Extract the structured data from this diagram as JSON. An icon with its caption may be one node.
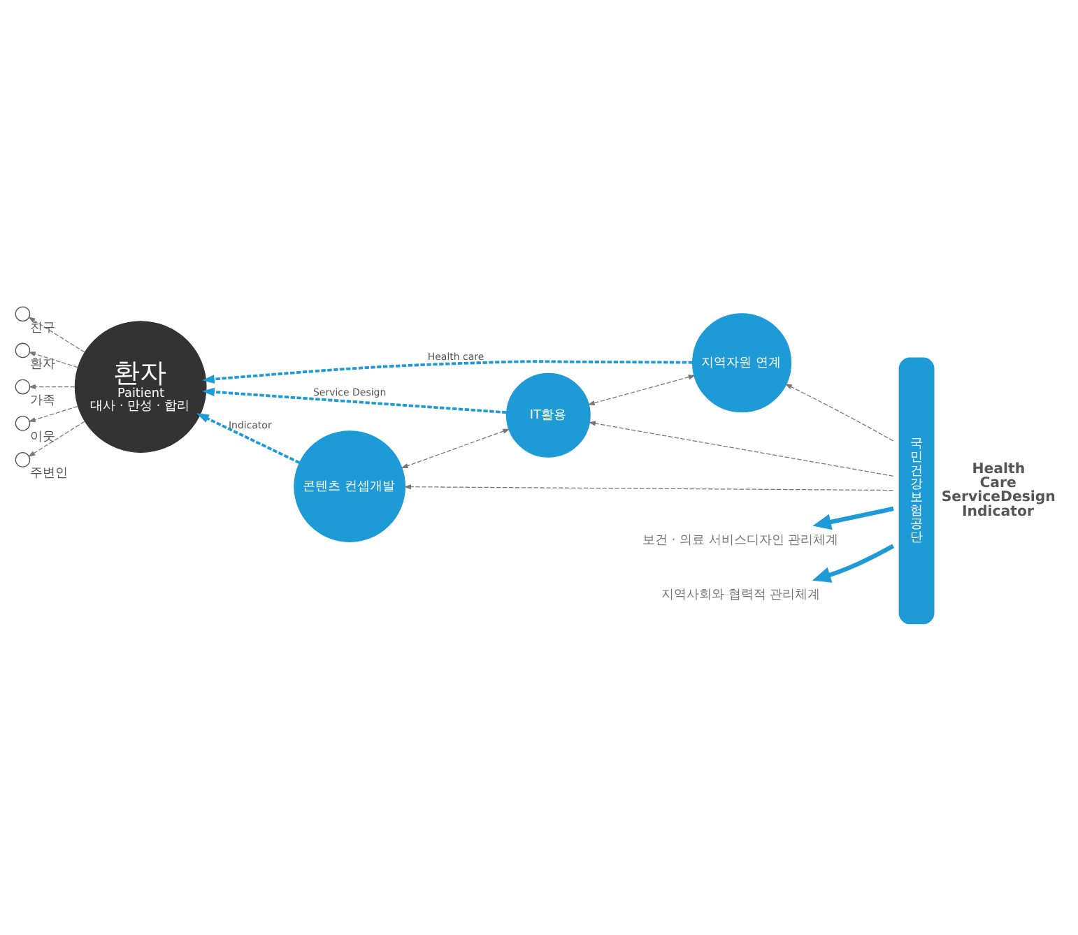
{
  "diagram": {
    "nodes": [
      {
        "text": [
          "환자",
          "Paitient",
          "대사 · 만성 · 합리"
        ]
      },
      {
        "text": [
          "지역자원 연계"
        ]
      },
      {
        "text": [
          "IT활용"
        ]
      },
      {
        "text": [
          "콘텐츠 컨셉개발"
        ]
      },
      {
        "text": [],
        "shape": "circle",
        "beside": [
          "친구"
        ]
      },
      {
        "text": [],
        "shape": "circle",
        "beside": [
          "환자"
        ]
      },
      {
        "text": [],
        "shape": "circle",
        "beside": [
          "가족"
        ]
      },
      {
        "text": [],
        "shape": "circle",
        "beside": [
          "이웃"
        ]
      },
      {
        "text": [],
        "shape": "circle",
        "beside": [
          "주변인"
        ]
      },
      {
        "text": [
          "국민건강보험공단"
        ],
        "beside": [
          "Health Care ServiceDesign Indicator"
        ]
      },
      {
        "text": [
          "보건 · 의료 서비스디자인 관리체계"
        ]
      },
      {
        "text": [
          "지역사회와 협력적 관리체계"
        ]
      }
    ],
    "edges": [
      {
        "from": 9,
        "to": 10,
        "arrow": "to",
        "style": "thick",
        "color": "#1e9ad6"
      },
      {
        "from": 9,
        "to": 11,
        "arrow": "to",
        "style": "thick",
        "color": "#1e9ad6"
      },
      {
        "from": 9,
        "to": 1,
        "arrow": "to",
        "style": "dashed"
      },
      {
        "from": 9,
        "to": 2,
        "arrow": "to",
        "style": "dashed"
      },
      {
        "from": 9,
        "to": 3,
        "arrow": "to",
        "style": "dashed"
      },
      {
        "from": 1,
        "to": 2,
        "arrow": "both",
        "style": "dashed"
      },
      {
        "from": 2,
        "to": 3,
        "arrow": "both",
        "style": "dashed"
      },
      {
        "from": 1,
        "to": 0,
        "arrow": "to",
        "label": "Health care",
        "style": "dashed",
        "color": "#1e9ad6"
      },
      {
        "from": 2,
        "to": 0,
        "arrow": "to",
        "label": "Service Design",
        "style": "dashed",
        "color": "#1e9ad6"
      },
      {
        "from": 3,
        "to": 0,
        "arrow": "to",
        "label": "Indicator",
        "style": "dashed",
        "color": "#1e9ad6"
      },
      {
        "from": 0,
        "to": 4,
        "arrow": "to",
        "style": "dashed"
      },
      {
        "from": 0,
        "to": 5,
        "arrow": "to",
        "style": "dashed"
      },
      {
        "from": 0,
        "to": 6,
        "arrow": "to",
        "style": "dashed"
      },
      {
        "from": 0,
        "to": 7,
        "arrow": "to",
        "style": "dashed"
      },
      {
        "from": 0,
        "to": 8,
        "arrow": "to",
        "style": "dashed"
      }
    ]
  }
}
